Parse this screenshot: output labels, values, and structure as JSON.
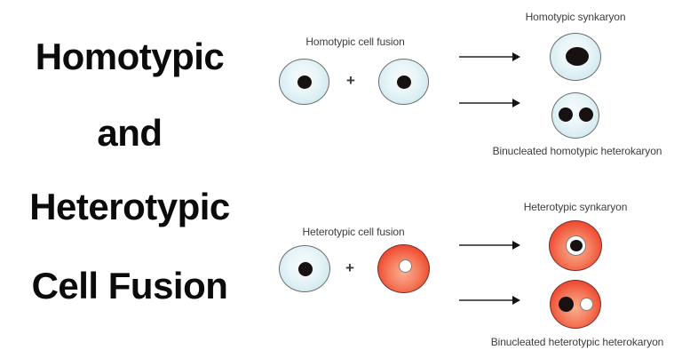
{
  "title": {
    "lines": [
      "Homotypic",
      "and",
      "Heterotypic",
      "Cell Fusion"
    ]
  },
  "homotypic": {
    "fusion_label": "Homotypic cell fusion",
    "plus": "+",
    "synkaryon_label": "Homotypic synkaryon",
    "heterokaryon_label": "Binucleated homotypic heterokaryon"
  },
  "heterotypic": {
    "fusion_label": "Heterotypic cell fusion",
    "plus": "+",
    "synkaryon_label": "Heterotypic synkaryon",
    "heterokaryon_label": "Binucleated heterotypic heterokaryon"
  },
  "colors": {
    "cell_blue_edge": "#c3e2ec",
    "cell_blue_center": "#f7fcfd",
    "cell_red_edge": "#e93419",
    "cell_red_center": "#f9b091",
    "nucleus_black": "#171111",
    "nucleus_white": "#ffffff",
    "cell_outline_gray": "#6e6e6e",
    "arrow_line": "#5a5a5a",
    "arrow_head": "#141414",
    "diagram_label_text": "#3d3d3d",
    "title_text": "#0b0b0b",
    "background": "#ffffff"
  }
}
